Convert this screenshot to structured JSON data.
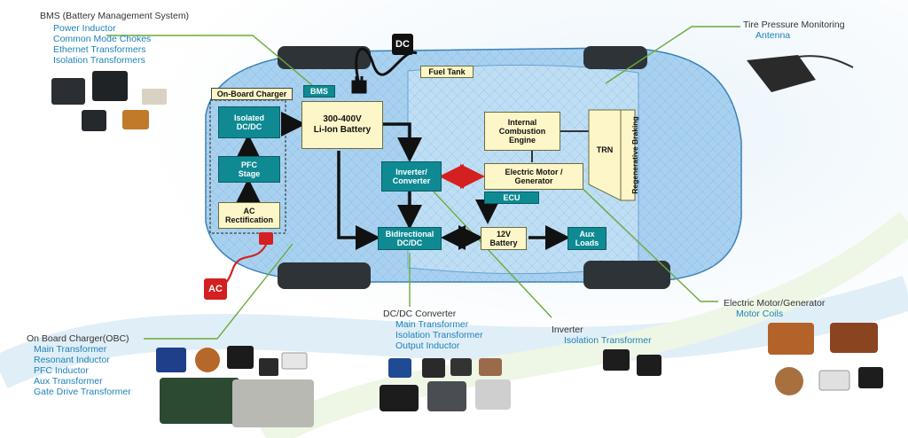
{
  "callouts": {
    "bms": {
      "title": "BMS (Battery Management System)",
      "items": [
        "Power Inductor",
        "Common Mode Chokes",
        "Ethernet Transformers",
        "Isolation Transformers"
      ]
    },
    "tpms": {
      "title": "Tire Pressure Monitoring",
      "items": [
        "Antenna"
      ]
    },
    "obc": {
      "title": "On Board Charger(OBC)",
      "items": [
        "Main Transformer",
        "Resonant Inductor",
        "PFC Inductor",
        "Aux Transformer",
        "Gate Drive Transformer"
      ]
    },
    "dcdc": {
      "title": "DC/DC Converter",
      "items": [
        "Main Transformer",
        "Isolation Transformer",
        "Output Inductor"
      ]
    },
    "inverter": {
      "title": "Inverter",
      "items": [
        "Isolation Transformer"
      ]
    },
    "motor": {
      "title": "Electric Motor/Generator",
      "items": [
        "Motor Coils"
      ]
    }
  },
  "diagram": {
    "on_board_charger": "On-Board Charger",
    "isolated_dcdc": [
      "Isolated",
      "DC/DC"
    ],
    "pfc_stage": [
      "PFC",
      "Stage"
    ],
    "ac_rectification": [
      "AC",
      "Rectification"
    ],
    "bms": "BMS",
    "battery": [
      "300-400V",
      "Li-Ion Battery"
    ],
    "fuel_tank": "Fuel Tank",
    "ice": [
      "Internal",
      "Combustion",
      "Engine"
    ],
    "inverter_converter": [
      "Inverter/",
      "Converter"
    ],
    "motor_generator": [
      "Electric Motor /",
      "Generator"
    ],
    "ecu": "ECU",
    "trn": "TRN",
    "regenerative_braking": "Regenerative Braking",
    "bidirectional_dcdc": [
      "Bidirectional",
      "DC/DC"
    ],
    "battery_12v": [
      "12V",
      "Battery"
    ],
    "aux_loads": [
      "Aux",
      "Loads"
    ],
    "dc_tag": "DC",
    "ac_tag": "AC"
  },
  "colors": {
    "leader_green": "#6aaa3a",
    "teal": "#0f8a93",
    "cream": "#fdf6c8",
    "callout_blue": "#1d82b8",
    "ac_red": "#d42020"
  }
}
